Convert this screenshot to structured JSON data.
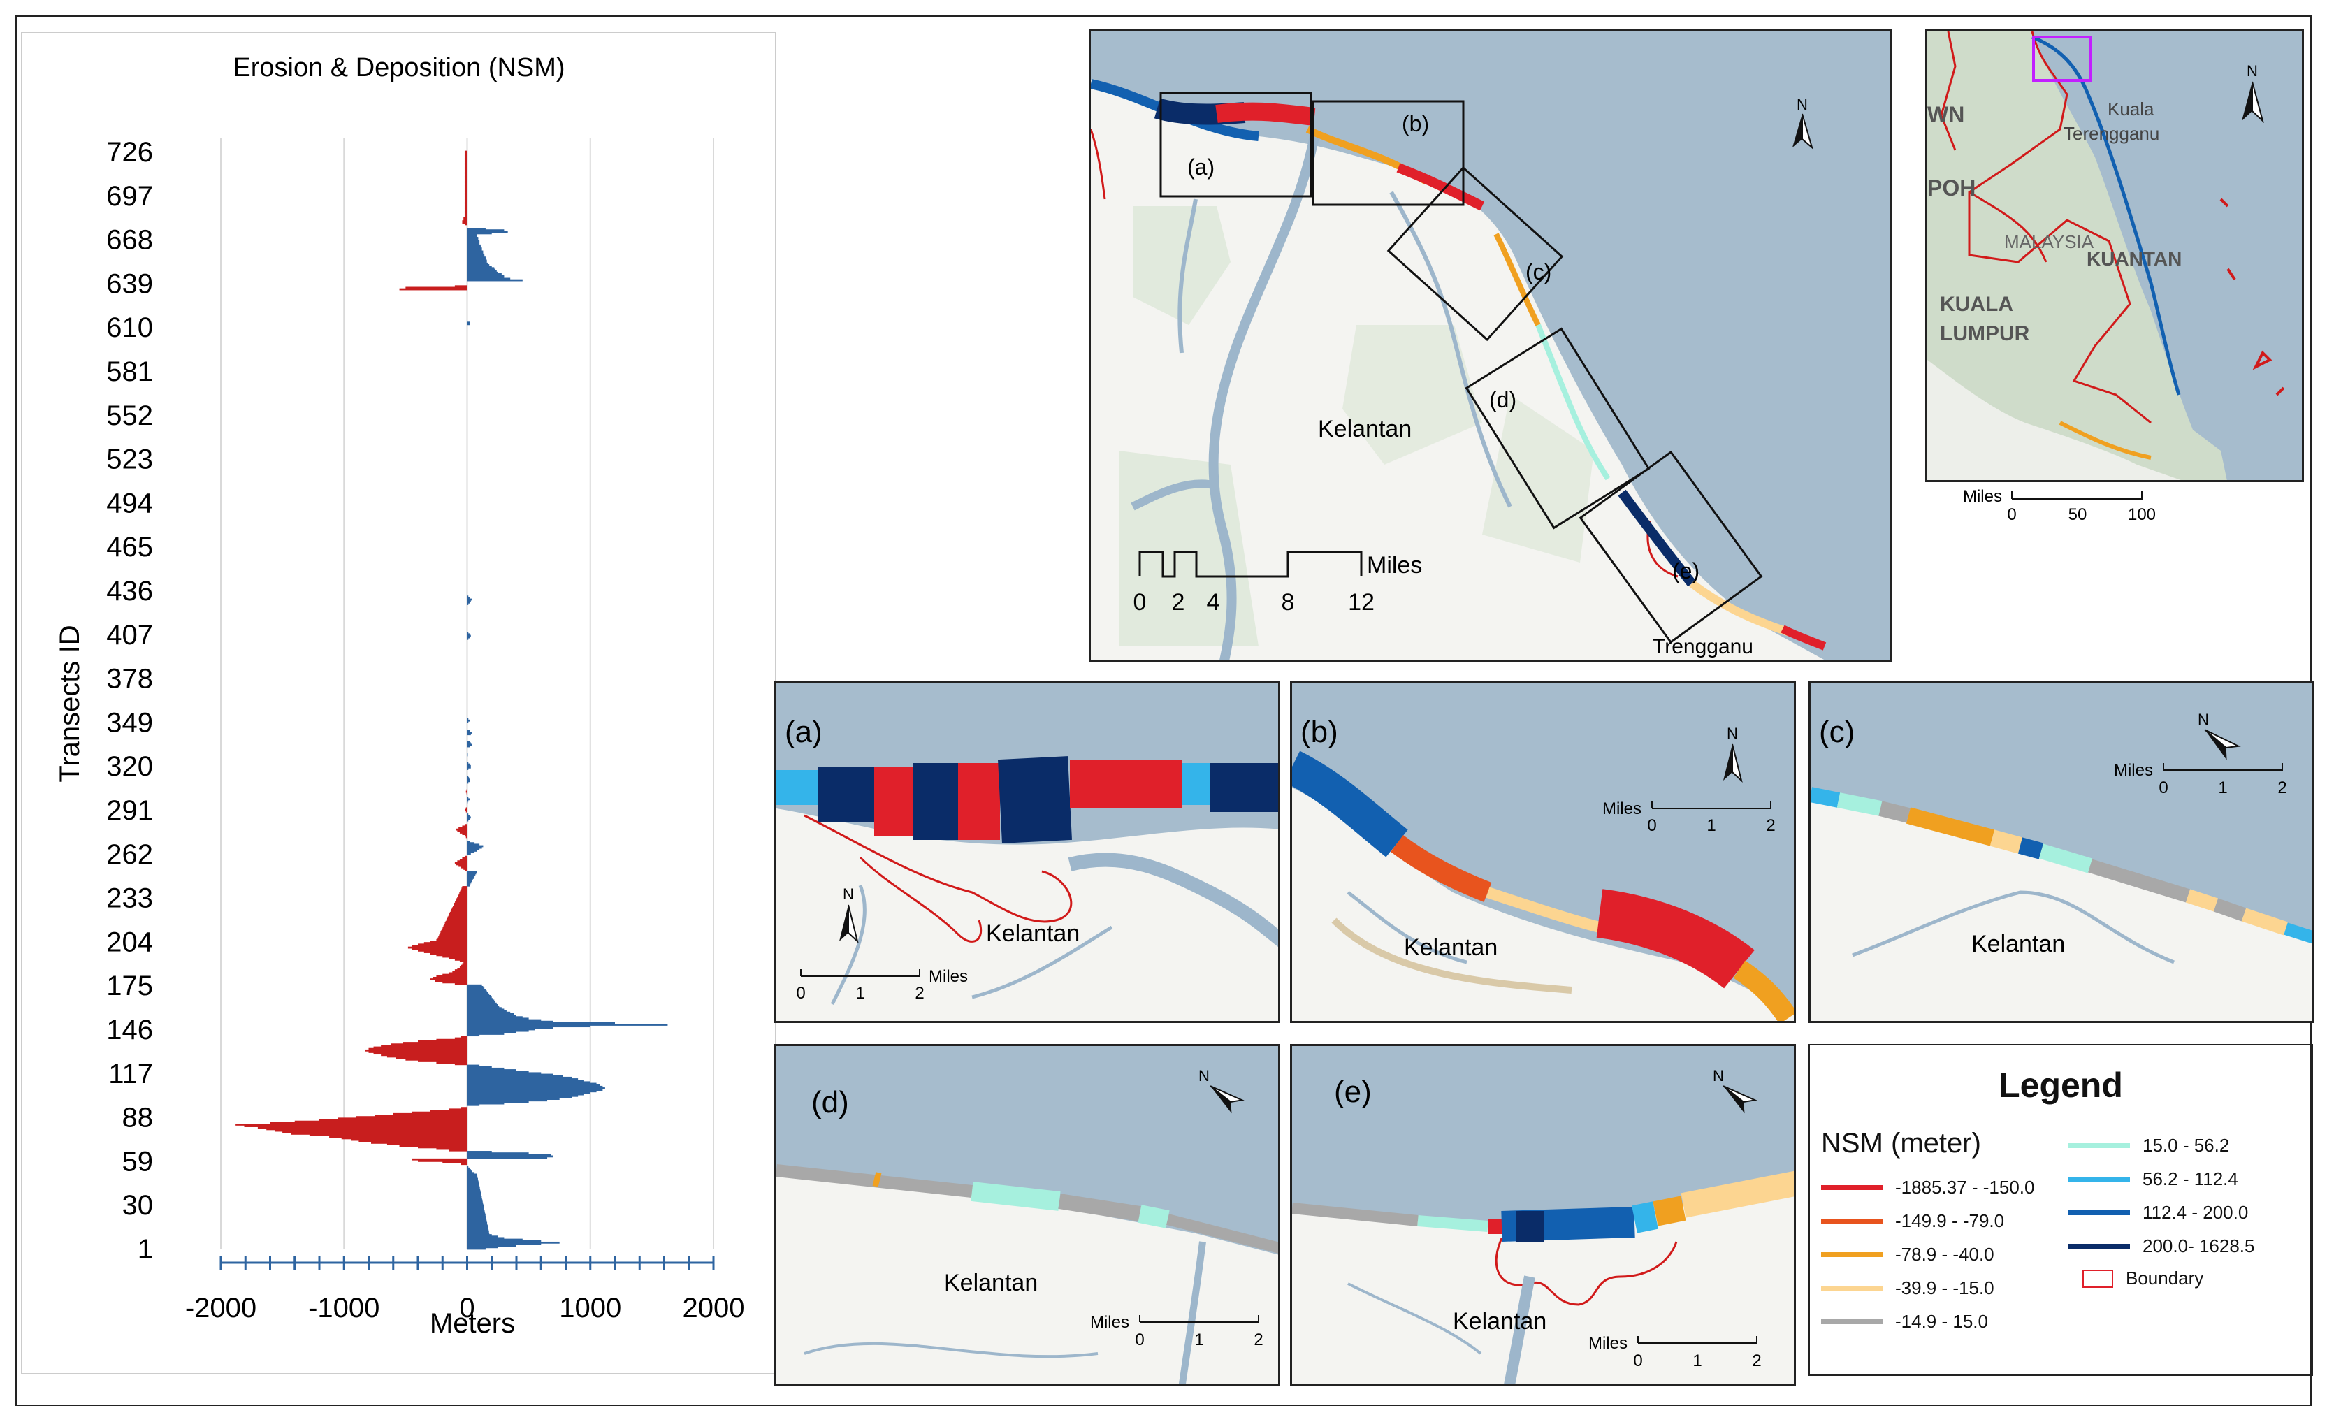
{
  "chart_data": {
    "type": "bar",
    "orientation": "horizontal",
    "title": "Erosion & Deposition (NSM)",
    "xlabel": "Meters",
    "ylabel": "Transects ID",
    "xlim": [
      -2000,
      2000
    ],
    "xticks": [
      "-2000",
      "-1000",
      "0",
      "1000",
      "2000"
    ],
    "yticks": [
      "726",
      "697",
      "668",
      "639",
      "610",
      "581",
      "552",
      "523",
      "494",
      "465",
      "436",
      "407",
      "378",
      "349",
      "320",
      "291",
      "262",
      "233",
      "204",
      "175",
      "146",
      "117",
      "88",
      "59",
      "30",
      "1"
    ],
    "grid": "vertical",
    "colors": {
      "erosion": "#c81e1e",
      "deposition": "#2e64a0"
    },
    "segments": [
      {
        "transects": [
          1,
          10
        ],
        "values": [
          150,
          250,
          400,
          600,
          750,
          600,
          450,
          300,
          250,
          200
        ]
      },
      {
        "transects": [
          11,
          50
        ],
        "start": 180,
        "end": 80
      },
      {
        "transects": [
          51,
          60
        ],
        "values": [
          60,
          40,
          30,
          20,
          10,
          0,
          -50,
          -200,
          -400,
          -450
        ]
      },
      {
        "transects": [
          61,
          67
        ],
        "values": [
          650,
          700,
          680,
          500,
          200,
          -150,
          -250
        ]
      },
      {
        "transects": [
          68,
          95
        ],
        "values": [
          -400,
          -550,
          -650,
          -780,
          -880,
          -940,
          -1020,
          -1120,
          -1280,
          -1430,
          -1500,
          -1560,
          -1630,
          -1700,
          -1810,
          -1880,
          -1600,
          -1400,
          -1200,
          -1050,
          -900,
          -750,
          -600,
          -450,
          -300,
          -150,
          -50,
          0
        ]
      },
      {
        "transects": [
          96,
          140
        ],
        "values": [
          100,
          300,
          500,
          650,
          750,
          850,
          900,
          950,
          1000,
          1050,
          1100,
          1120,
          1100,
          1080,
          1050,
          1000,
          950,
          900,
          850,
          780,
          700,
          600,
          500,
          400,
          300,
          200,
          100,
          -100,
          -250,
          -400,
          -500,
          -580,
          -650,
          -700,
          -760,
          -800,
          -830,
          -800,
          -760,
          -700,
          -620,
          -520,
          -400,
          -250,
          -100
        ]
      },
      {
        "transects": [
          141,
          160
        ],
        "values": [
          -50,
          100,
          300,
          400,
          500,
          550,
          700,
          1000,
          1628,
          1200,
          700,
          600,
          500,
          450,
          400,
          380,
          350,
          320,
          300,
          280
        ]
      },
      {
        "transects": [
          161,
          175
        ],
        "start": 260,
        "end": 120
      },
      {
        "transects": [
          176,
          205
        ],
        "values": [
          -100,
          -200,
          -260,
          -300,
          -280,
          -250,
          -200,
          -150,
          -120,
          -100,
          -80,
          -60,
          -50,
          -40,
          -30,
          -60,
          -100,
          -150,
          -200,
          -250,
          -300,
          -350,
          -400,
          -450,
          -480,
          -450,
          -400,
          -350,
          -300,
          -250
        ]
      },
      {
        "transects": [
          206,
          240
        ],
        "start": -240,
        "end": -40
      },
      {
        "transects": [
          241,
          250
        ],
        "start": 20,
        "end": 80
      },
      {
        "transects": [
          251,
          270
        ],
        "values": [
          -20,
          -30,
          -50,
          -70,
          -90,
          -100,
          -80,
          -60,
          -40,
          -20,
          0,
          30,
          60,
          80,
          100,
          120,
          130,
          100,
          60,
          20
        ]
      },
      {
        "transects": [
          271,
          330
        ],
        "values": [
          0,
          0,
          -10,
          -20,
          -40,
          -60,
          -80,
          -90,
          -70,
          -40,
          -20,
          0,
          0,
          10,
          20,
          30,
          20,
          10,
          0,
          -10,
          -15,
          -10,
          0,
          0,
          0,
          5,
          10,
          20,
          10,
          0,
          0,
          -5,
          -10,
          -5,
          0,
          0,
          0,
          0,
          10,
          20,
          20,
          15,
          10,
          0,
          0,
          0,
          0,
          10,
          30,
          30,
          20,
          10,
          0,
          0,
          0,
          0,
          5,
          5,
          0,
          0
        ]
      },
      {
        "transects": [
          331,
          360
        ],
        "values": [
          0,
          0,
          20,
          40,
          30,
          20,
          0,
          0,
          0,
          0,
          30,
          40,
          20,
          0,
          0,
          0,
          0,
          0,
          10,
          20,
          10,
          0,
          0,
          0,
          0,
          0,
          0,
          0,
          0,
          0
        ]
      },
      {
        "transects": [
          361,
          400
        ],
        "start": 0,
        "end": 0
      },
      {
        "transects": [
          401,
          420
        ],
        "values": [
          0,
          0,
          0,
          10,
          20,
          30,
          20,
          10,
          0,
          0,
          0,
          0,
          0,
          0,
          0,
          0,
          0,
          0,
          0,
          0
        ]
      },
      {
        "transects": [
          421,
          440
        ],
        "values": [
          0,
          0,
          0,
          0,
          0,
          0,
          10,
          20,
          30,
          40,
          20,
          10,
          0,
          0,
          0,
          0,
          0,
          0,
          0,
          0
        ]
      },
      {
        "transects": [
          441,
          500
        ],
        "start": 0,
        "end": 0
      },
      {
        "transects": [
          501,
          560
        ],
        "start": 0,
        "end": 0
      },
      {
        "transects": [
          561,
          600
        ],
        "start": 0,
        "end": 0
      },
      {
        "transects": [
          601,
          630
        ],
        "values": [
          0,
          0,
          0,
          0,
          0,
          0,
          0,
          0,
          0,
          0,
          0,
          20,
          20,
          0,
          0,
          0,
          0,
          0,
          0,
          0,
          0,
          0,
          0,
          0,
          0,
          0,
          0,
          0,
          0,
          0
        ]
      },
      {
        "transects": [
          631,
          640
        ],
        "values": [
          0,
          0,
          0,
          0,
          -550,
          -500,
          -100,
          0,
          0,
          0
        ]
      },
      {
        "transects": [
          641,
          700
        ],
        "values": [
          450,
          350,
          300,
          300,
          280,
          250,
          240,
          230,
          220,
          200,
          180,
          170,
          160,
          160,
          150,
          150,
          140,
          140,
          130,
          130,
          120,
          120,
          110,
          110,
          100,
          100,
          100,
          90,
          90,
          80,
          80,
          200,
          330,
          300,
          150,
          0,
          0,
          -20,
          -40,
          -40,
          -30,
          -30,
          -20,
          -20,
          -20,
          -20,
          -20,
          -20,
          -20,
          -20,
          -20,
          -20,
          -20,
          -20,
          -20,
          -20,
          -20,
          -20,
          -20,
          -20
        ]
      },
      {
        "transects": [
          701,
          726
        ],
        "start": -20,
        "end": -20
      }
    ]
  },
  "map_main": {
    "region_label": "Kelantan",
    "state_label": "Trengganu",
    "north": "N",
    "boxes": [
      "(a)",
      "(b)",
      "(c)",
      "(d)",
      "(e)"
    ],
    "scalebar": {
      "ticks": [
        "0",
        "2",
        "4",
        "8",
        "12"
      ],
      "unit": "Miles"
    }
  },
  "map_inset": {
    "labels": {
      "wn": "WN",
      "poh": "POH",
      "kuala_terengganu_1": "Kuala",
      "kuala_terengganu_2": "Terengganu",
      "malaysia": "MALAYSIA",
      "kuantan": "KUANTAN",
      "kuala_lumpur_1": "KUALA",
      "kuala_lumpur_2": "LUMPUR"
    },
    "north": "N",
    "scalebar": {
      "unit": "Miles",
      "ticks": [
        "0",
        "50",
        "100"
      ]
    }
  },
  "subpanels": [
    {
      "id": "(a)",
      "region": "Kelantan",
      "unit": "Miles",
      "ticks": [
        "0",
        "1",
        "2"
      ],
      "north": "N"
    },
    {
      "id": "(b)",
      "region": "Kelantan",
      "unit": "Miles",
      "ticks": [
        "0",
        "1",
        "2"
      ],
      "north": "N"
    },
    {
      "id": "(c)",
      "region": "Kelantan",
      "unit": "Miles",
      "ticks": [
        "0",
        "1",
        "2"
      ],
      "north": "N"
    },
    {
      "id": "(d)",
      "region": "Kelantan",
      "unit": "Miles",
      "ticks": [
        "0",
        "1",
        "2"
      ],
      "north": "N"
    },
    {
      "id": "(e)",
      "region": "Kelantan",
      "unit": "Miles",
      "ticks": [
        "0",
        "1",
        "2"
      ],
      "north": "N"
    }
  ],
  "legend": {
    "title": "Legend",
    "subtitle": "NSM (meter)",
    "classes": [
      {
        "label": "-1885.37 - -150.0",
        "color": "#e0202a"
      },
      {
        "label": "-149.9 - -79.0",
        "color": "#e8541e"
      },
      {
        "label": "-78.9 - -40.0",
        "color": "#f0a020"
      },
      {
        "label": "-39.9 - -15.0",
        "color": "#fcd591"
      },
      {
        "label": "-14.9 - 15.0",
        "color": "#a8a8a8"
      },
      {
        "label": "15.0 - 56.2",
        "color": "#a6f0de"
      },
      {
        "label": "56.2 - 112.4",
        "color": "#34b4ea"
      },
      {
        "label": "112.4 - 200.0",
        "color": "#1260b0"
      },
      {
        "label": "200.0- 1628.5",
        "color": "#0a2c68"
      }
    ],
    "boundary_label": "Boundary",
    "boundary_color": "#e0202a"
  },
  "map_colors": {
    "sea": "#a6bccd",
    "land": "#f4f4f1",
    "river": "#9db6cb",
    "greenland": "#d8e5d4",
    "border": "#d11a1a"
  }
}
